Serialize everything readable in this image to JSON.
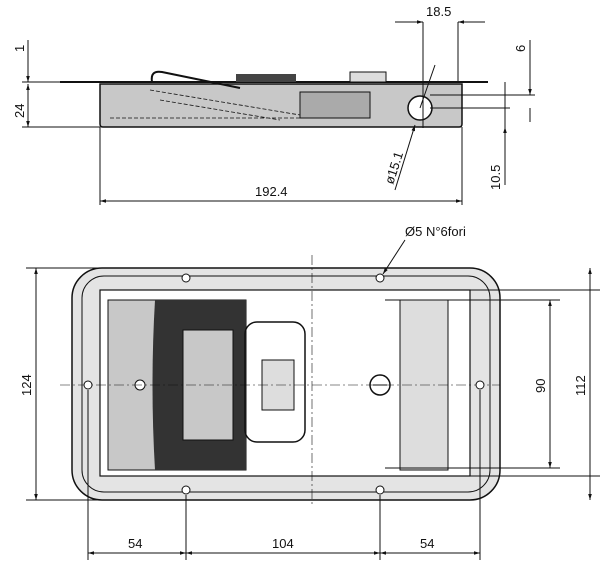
{
  "side_view": {
    "dim_top_width": "18.5",
    "dim_flange": "1",
    "dim_depth": "24",
    "dim_right_top": "6",
    "dim_hole_diameter": "ø15.1",
    "dim_right_bottom": "10.5",
    "dim_length": "192.4"
  },
  "front_view": {
    "hole_note": "Ø5 N°6fori",
    "dim_outer_height": "124",
    "dim_hole_spacing_v": "90",
    "dim_body_height": "112",
    "dim_left": "54",
    "dim_middle": "104",
    "dim_right": "54"
  },
  "colors": {
    "fill": "#c8c8c8",
    "dark": "#3a3a3a",
    "line": "#111111"
  }
}
